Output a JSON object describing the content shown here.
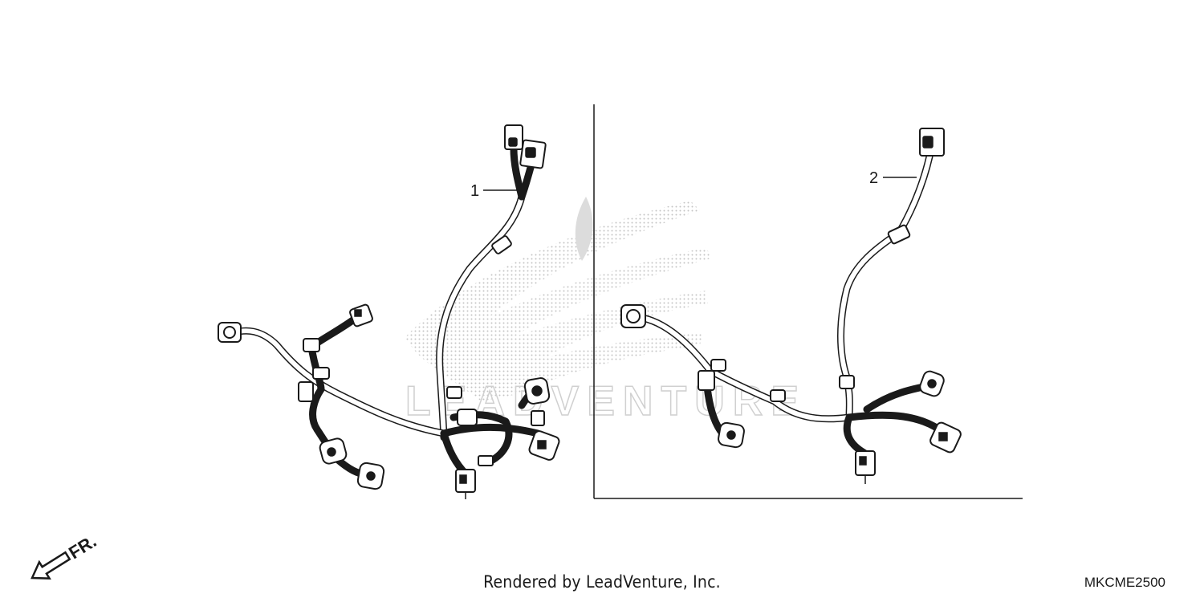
{
  "watermark": {
    "brand_text": "LEADVENTURE"
  },
  "callouts": [
    {
      "number": "1",
      "part": "wire-harness-1"
    },
    {
      "number": "2",
      "part": "wire-harness-2"
    }
  ],
  "front_indicator": {
    "label": "FR."
  },
  "footer": {
    "credit": "Rendered by LeadVenture, Inc.",
    "diagram_code": "MKCME2500"
  },
  "colors": {
    "ink": "#1a1a1a",
    "watermark": "#c8c8c8",
    "background": "#ffffff"
  }
}
